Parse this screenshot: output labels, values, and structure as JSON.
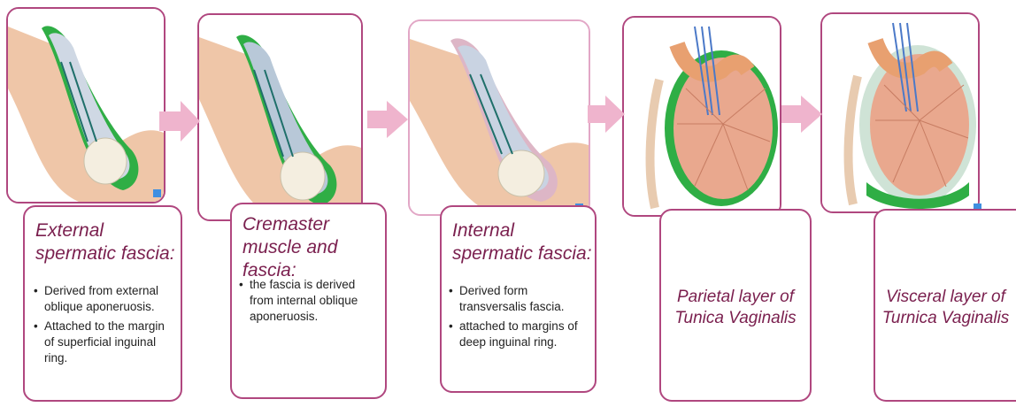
{
  "panels": [
    {
      "heading": "External spermatic fascia:",
      "bullets": [
        "Derived from external oblique aponeruosis.",
        "Attached to the margin of superficial inguinal ring."
      ]
    },
    {
      "heading": "Cremaster muscle and fascia:",
      "bullets": [
        "the fascia is derived from internal oblique aponeruosis."
      ]
    },
    {
      "heading": "Internal spermatic fascia:",
      "bullets": [
        "Derived form transversalis fascia.",
        "attached to margins of deep inguinal ring."
      ]
    },
    {
      "heading": "Parietal layer of Tunica Vaginalis"
    },
    {
      "heading": "Visceral layer of Turnica Vaginalis"
    }
  ],
  "colors": {
    "border": "#b0477f",
    "heading": "#7a1f4e",
    "arrow": "#efb4cd",
    "highlight_layer": "#2fae45",
    "skin": "#efc6a8",
    "testis": "#e2906b"
  },
  "icons": [
    "right-arrow-icon"
  ]
}
